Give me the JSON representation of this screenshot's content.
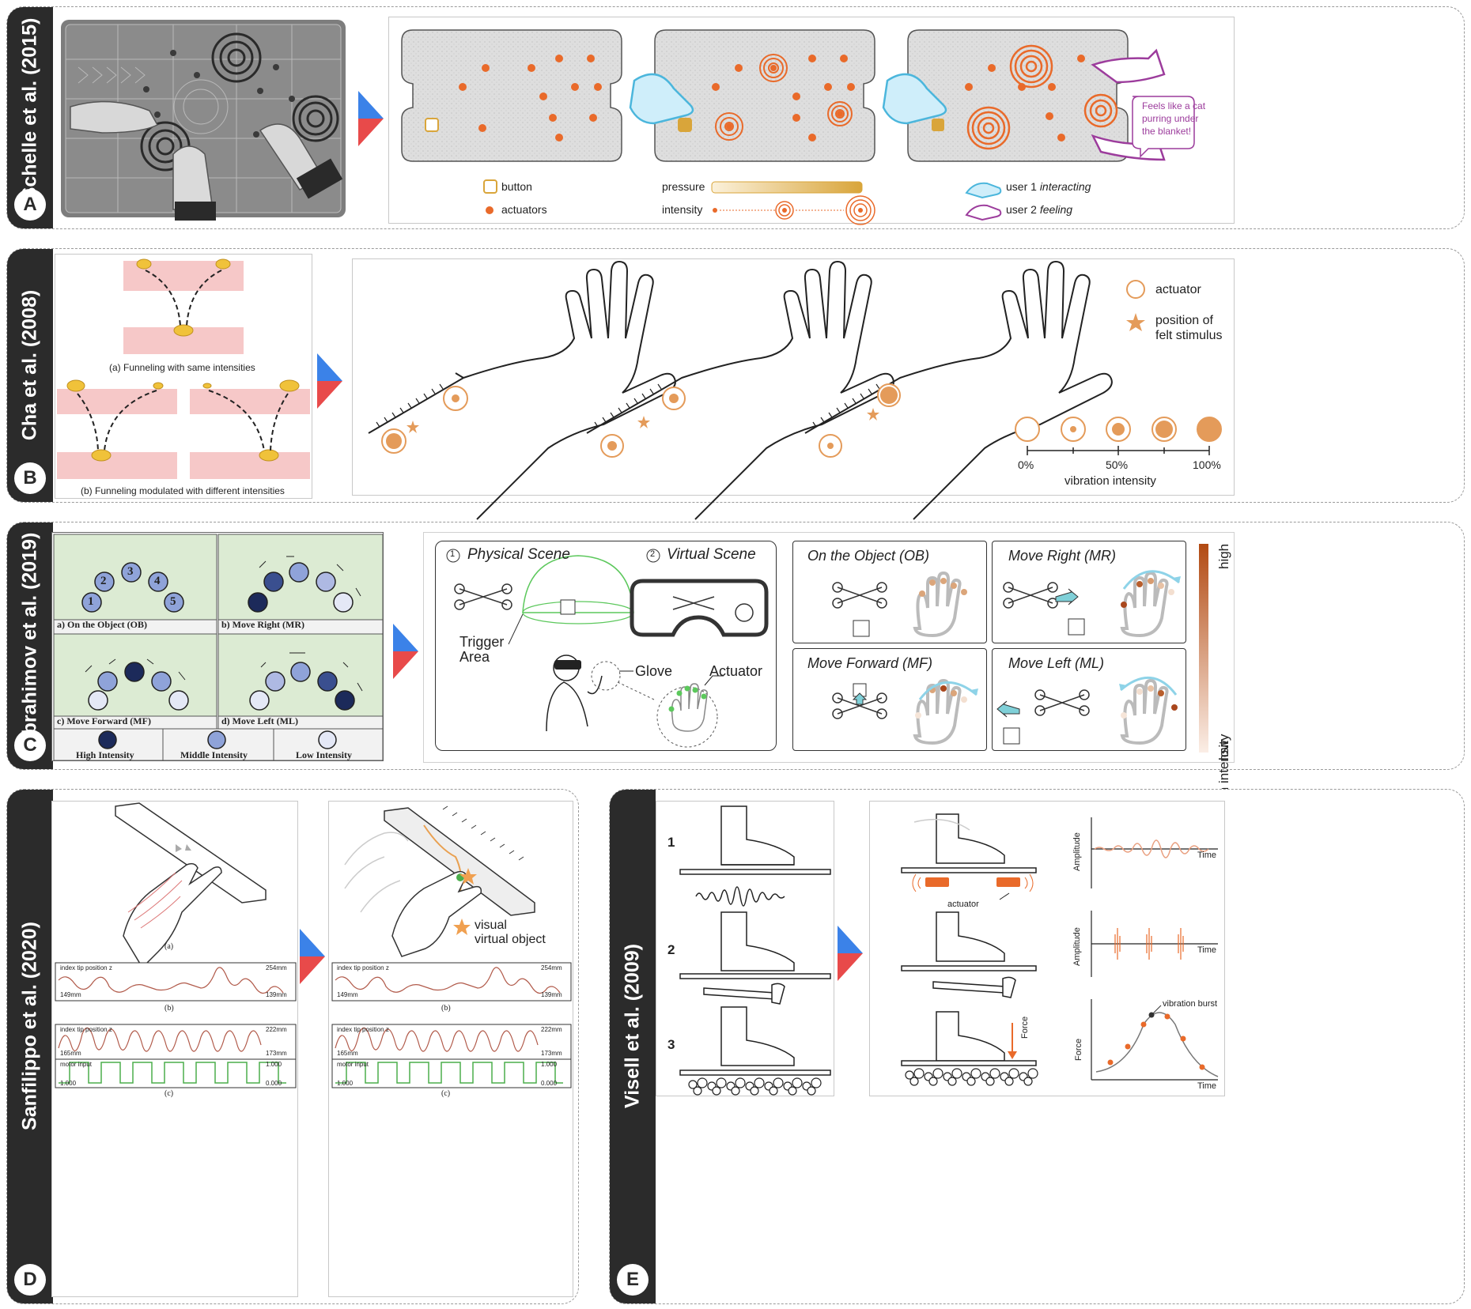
{
  "colors": {
    "orange": "#e96a2a",
    "gold": "#d9a53a",
    "blue": "#3b82e8",
    "red": "#e84a4a",
    "purple": "#9c3c9c",
    "cyan": "#4bb6dc",
    "dark": "#2b2b2b"
  },
  "panelA": {
    "badge": "A",
    "label": "Schelle et al. (2015)",
    "legend": {
      "button": "button",
      "actuators": "actuators",
      "pressure": "pressure",
      "intensity": "intensity",
      "user1_prefix": "user 1 ",
      "user1_em": "interacting",
      "user2_prefix": "user 2 ",
      "user2_em": "feeling"
    },
    "bubble": [
      "Feels like a cat",
      "purring under",
      "the blanket!"
    ]
  },
  "panelB": {
    "badge": "B",
    "label": "Cha et al. (2008)",
    "caption_a": "(a) Funneling with same intensities",
    "caption_b": "(b) Funneling modulated with different intensities",
    "legend_actuator": "actuator",
    "legend_position": [
      "position of",
      "felt stimulus"
    ],
    "scale_ticks": [
      "0%",
      "50%",
      "100%"
    ],
    "scale_label": "vibration intensity"
  },
  "panelC": {
    "badge": "C",
    "label": "Ibrahimov et al. (2019)",
    "grid_captions": [
      "a) On the Object (OB)",
      "b) Move Right (MR)",
      "c) Move Forward (MF)",
      "d) Move Left (ML)"
    ],
    "numbers": [
      "1",
      "2",
      "3",
      "4",
      "5"
    ],
    "intensity_labels": [
      "High Intensity",
      "Middle Intensity",
      "Low Intensity"
    ],
    "scene1_num": "1",
    "scene1": "Physical Scene",
    "scene2_num": "2",
    "scene2": "Virtual Scene",
    "trigger": [
      "Trigger",
      "Area"
    ],
    "glove": "Glove",
    "actuator": "Actuator",
    "modes": [
      "On the Object (OB)",
      "Move Right (MR)",
      "Move Forward (MF)",
      "Move Left (ML)"
    ],
    "bar_high": "high",
    "bar_label": "vibration intensity",
    "bar_low": "low"
  },
  "panelD": {
    "badge": "D",
    "label": "Sanfilippo et al. (2020)",
    "cap_a": "(a)",
    "cap_b": "(b)",
    "cap_c": "(c)",
    "plot1_title": "index tip position z",
    "plot1_max": "254mm",
    "plot1_min_l": "149mm",
    "plot1_min_r": "139mm",
    "plot2_title": "index tip position z",
    "plot2_max": "222mm",
    "plot2_min_l": "165mm",
    "plot2_min_r": "173mm",
    "plot3_title": "motor input",
    "plot3_max": "1.000",
    "plot3_min_l": "1.000",
    "plot3_min_r": "0.000",
    "visual": [
      "visual",
      "virtual object"
    ]
  },
  "panelE": {
    "badge": "E",
    "label": "Visell et al. (2009)",
    "rows": [
      "1",
      "2",
      "3"
    ],
    "actuator": "actuator",
    "amplitude": "Amplitude",
    "time": "Time",
    "force": "Force",
    "burst": "vibration burst"
  }
}
